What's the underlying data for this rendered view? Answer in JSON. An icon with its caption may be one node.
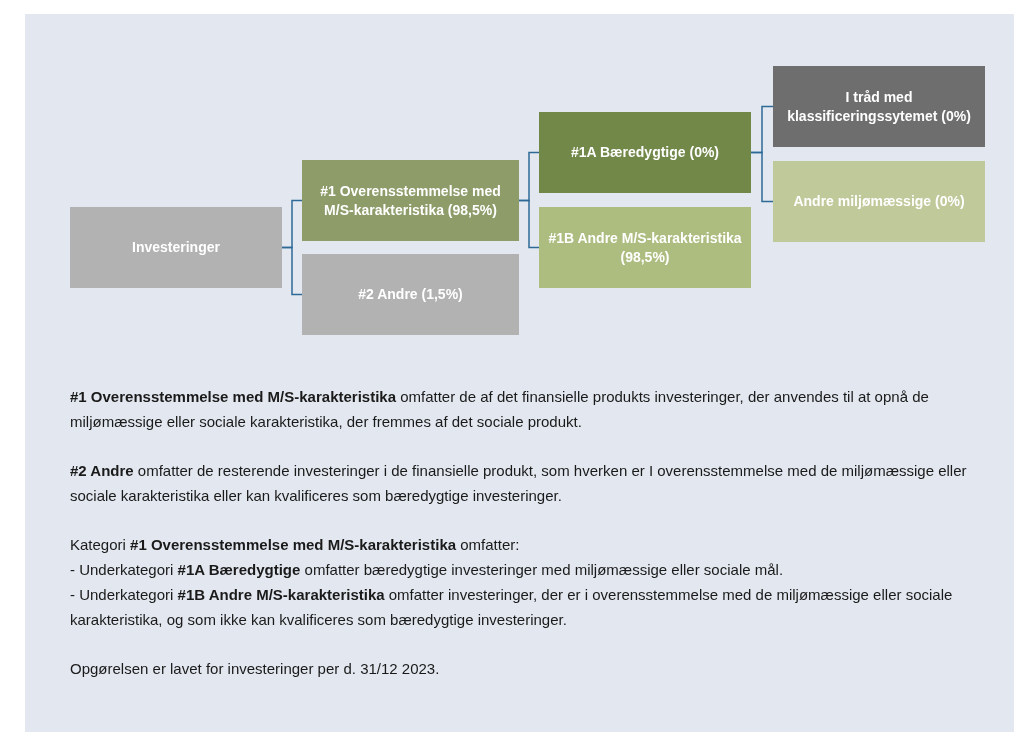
{
  "diagram": {
    "nodes": [
      {
        "text": [
          "Investeringer"
        ]
      },
      {
        "text": [
          "#1 Overensstemmelse med M/S-karakteristika (98,5%)"
        ]
      },
      {
        "text": [
          "#2 Andre (1,5%)"
        ]
      },
      {
        "text": [
          "#1A Bæredygtige (0%)"
        ]
      },
      {
        "text": [
          "#1B Andre M/S-karakteristika (98,5%)"
        ]
      },
      {
        "text": [
          "I tråd med klassificeringssytemet (0%)"
        ]
      },
      {
        "text": [
          "Andre miljømæssige (0%)"
        ]
      }
    ],
    "edges": [
      {
        "from": 0,
        "to": 1,
        "arrow": "none"
      },
      {
        "from": 0,
        "to": 2,
        "arrow": "none"
      },
      {
        "from": 1,
        "to": 3,
        "arrow": "none"
      },
      {
        "from": 1,
        "to": 4,
        "arrow": "none"
      },
      {
        "from": 3,
        "to": 5,
        "arrow": "none"
      },
      {
        "from": 3,
        "to": 6,
        "arrow": "none"
      }
    ],
    "labels": [
      "**#1 Overensstemmelse med M/S-karakteristika** omfatter de af det finansielle produkts investeringer, der anvendes til at opnå de miljømæssige eller sociale karakteristika, der fremmes af det sociale produkt.",
      "**#2 Andre** omfatter de resterende investeringer i de finansielle produkt, som hverken er I overensstemmelse med de miljømæssige eller sociale karakteristika eller kan kvalificeres som bæredygtige investeringer.",
      "Kategori **#1 Overensstemmelse med M/S-karakteristika** omfatter:",
      "- Underkategori **#1A Bæredygtige** omfatter bæredygtige investeringer med miljømæssige eller sociale mål.",
      "- Underkategori **#1B Andre M/S-karakteristika** omfatter investeringer, der er i overensstemmelse med de miljømæssige eller sociale karakteristika, og som ikke kan kvalificeres som bæredygtige investeringer.",
      "Opgørelsen er lavet for investeringer per d. 31/12 2023."
    ]
  }
}
